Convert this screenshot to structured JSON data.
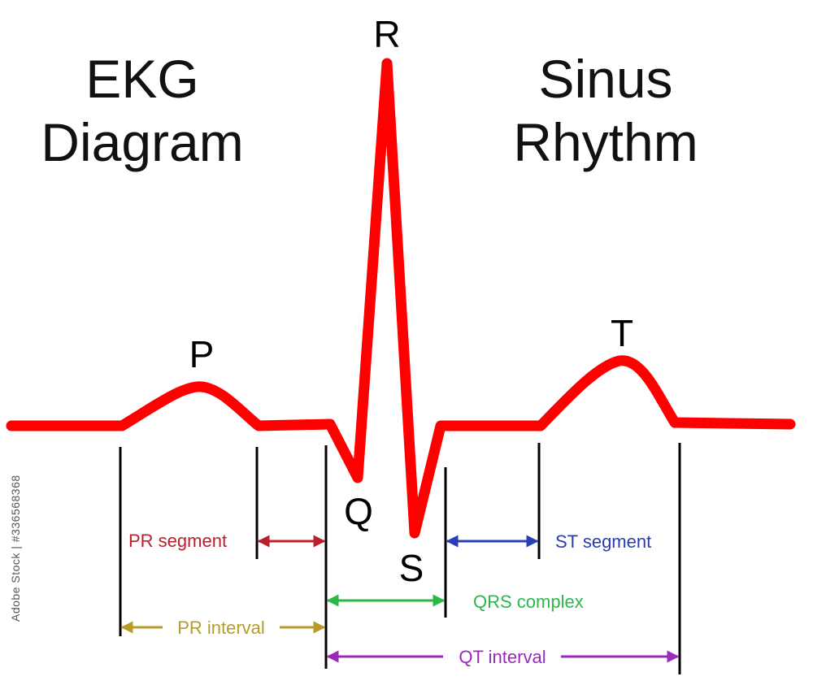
{
  "title_left": {
    "line1": "EKG",
    "line2": "Diagram"
  },
  "title_right": {
    "line1": "Sinus",
    "line2": "Rhythm"
  },
  "waves": {
    "p": "P",
    "q": "Q",
    "r": "R",
    "s": "S",
    "t": "T"
  },
  "intervals": {
    "pr_segment": "PR segment",
    "st_segment": "ST segment",
    "qrs_complex": "QRS complex",
    "pr_interval": "PR interval",
    "qt_interval": "QT interval"
  },
  "watermark": "Adobe Stock | #336568368",
  "colors": {
    "trace": "#ff0000",
    "pr_segment": "#b8202a",
    "st_segment": "#2a3db5",
    "qrs_complex": "#2bb84a",
    "pr_interval": "#b89a2a",
    "qt_interval": "#9a2ab8",
    "marker": "#000000"
  }
}
